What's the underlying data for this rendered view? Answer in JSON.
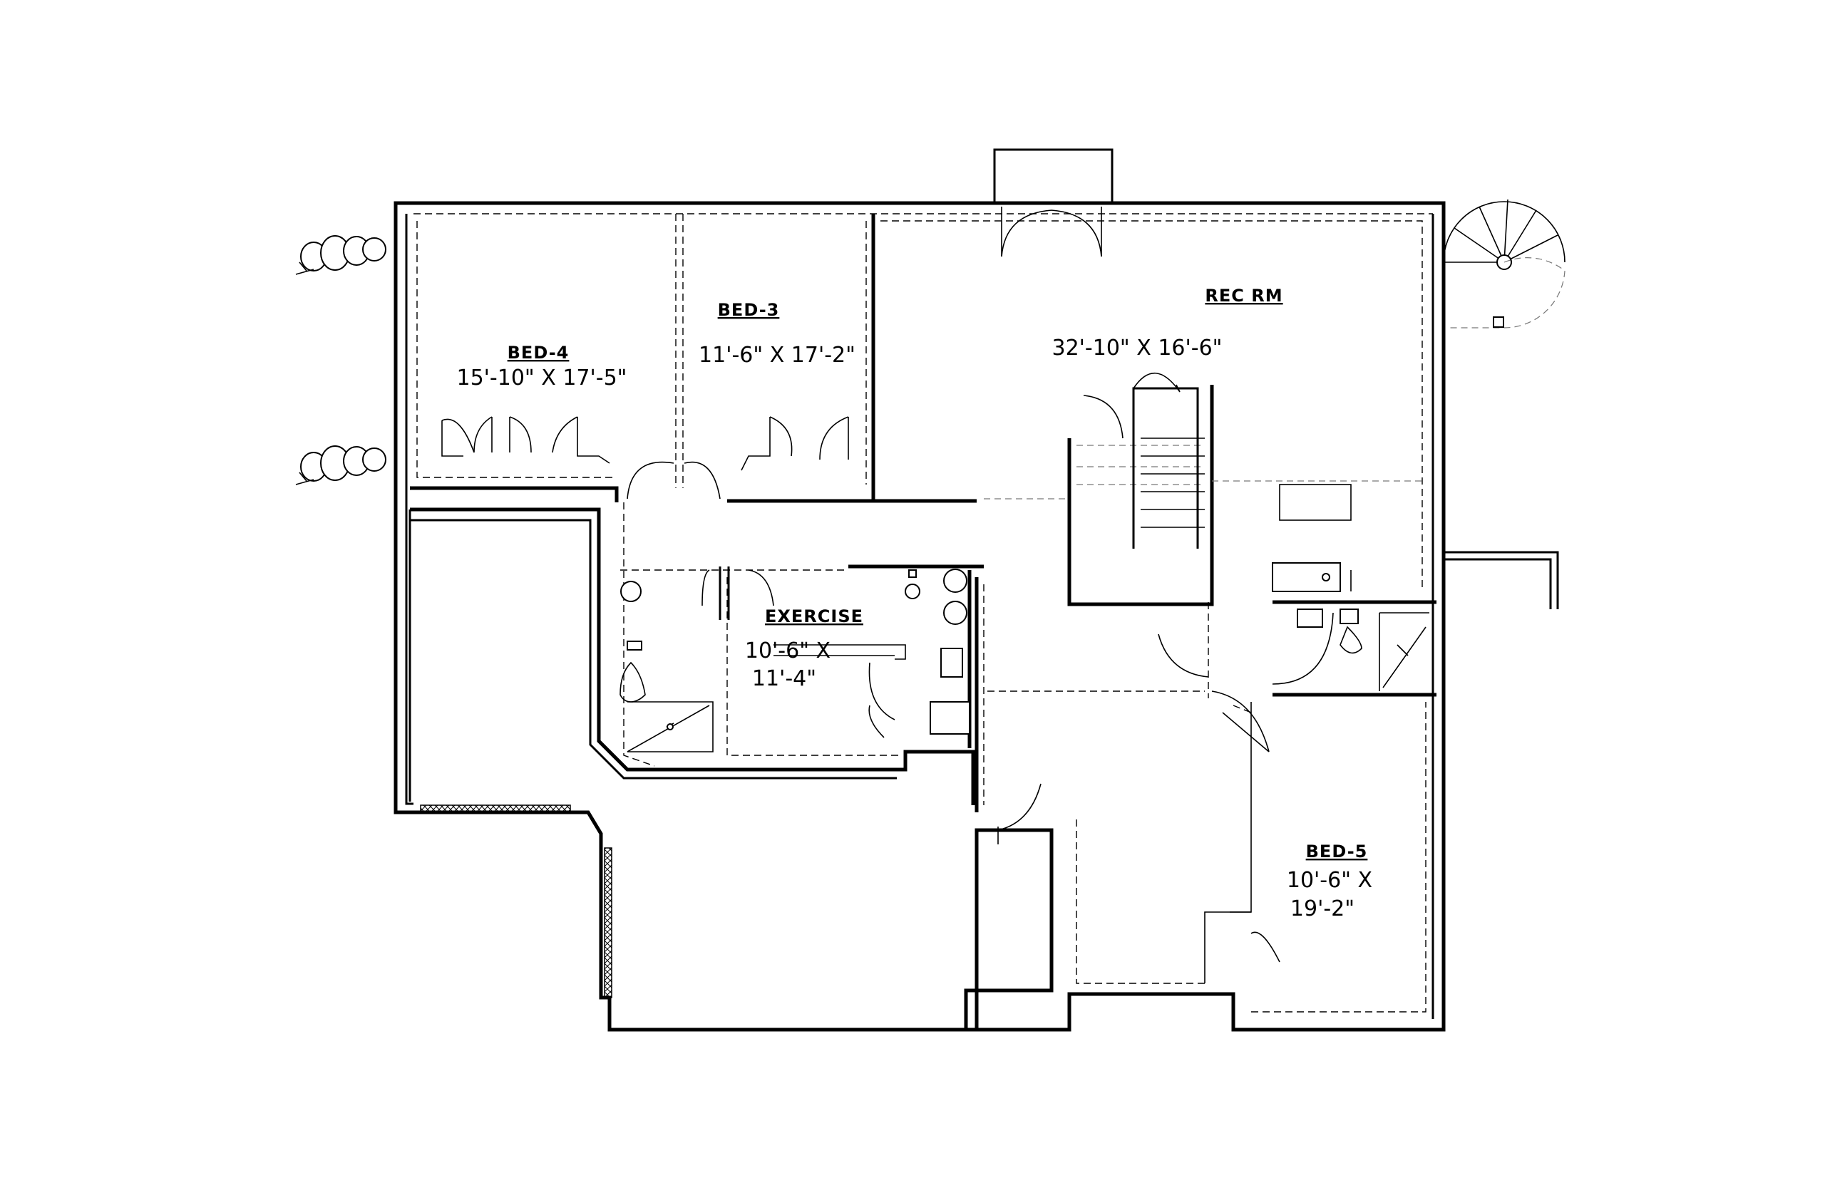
{
  "rooms": {
    "bed4": {
      "name": "BED-4",
      "dims": "15'-10\" X 17'-5\""
    },
    "bed3": {
      "name": "BED-3",
      "dims": "11'-6\" X 17'-2\""
    },
    "rec": {
      "name": "REC RM",
      "dims": "32'-10\" X 16'-6\""
    },
    "exercise": {
      "name": "EXERCISE",
      "dims_line1": "10'-6\" X",
      "dims_line2": "11'-4\""
    },
    "bed5": {
      "name": "BED-5",
      "dims_line1": "10'-6\" X",
      "dims_line2": "19'-2\""
    }
  },
  "colors": {
    "ink": "#000000",
    "paper": "#ffffff"
  }
}
